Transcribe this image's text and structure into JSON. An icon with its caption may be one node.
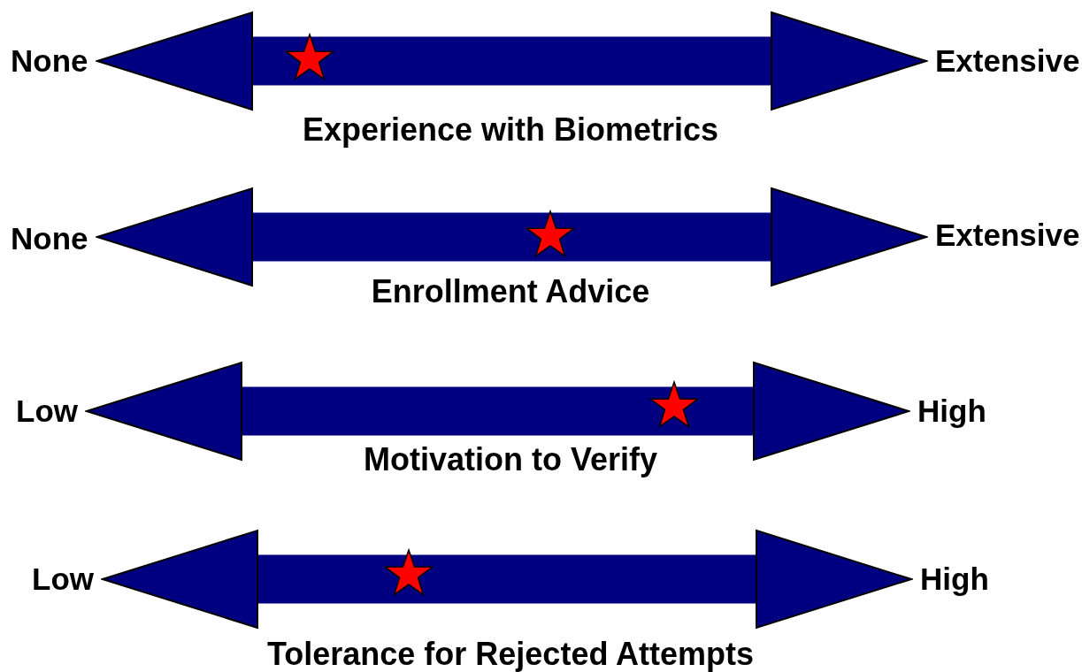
{
  "diagram": {
    "nodes": [
      {
        "text": [
          "None"
        ]
      },
      {
        "text": [
          "Extensive"
        ]
      },
      {
        "text": [
          "None"
        ]
      },
      {
        "text": [
          "Extensive"
        ]
      },
      {
        "text": [
          "Low"
        ]
      },
      {
        "text": [
          "High"
        ]
      },
      {
        "text": [
          "Low"
        ]
      },
      {
        "text": [
          "High"
        ]
      }
    ],
    "edges": [
      {
        "from": 0,
        "to": 1,
        "arrow": "both"
      },
      {
        "from": 2,
        "to": 3,
        "arrow": "both"
      },
      {
        "from": 4,
        "to": 5,
        "arrow": "both"
      },
      {
        "from": 6,
        "to": 7,
        "arrow": "both"
      }
    ],
    "labels": [
      "Experience with Biometrics",
      "Enrollment Advice",
      "Motivation to Verify",
      "Tolerance for Rejected Attempts"
    ]
  }
}
